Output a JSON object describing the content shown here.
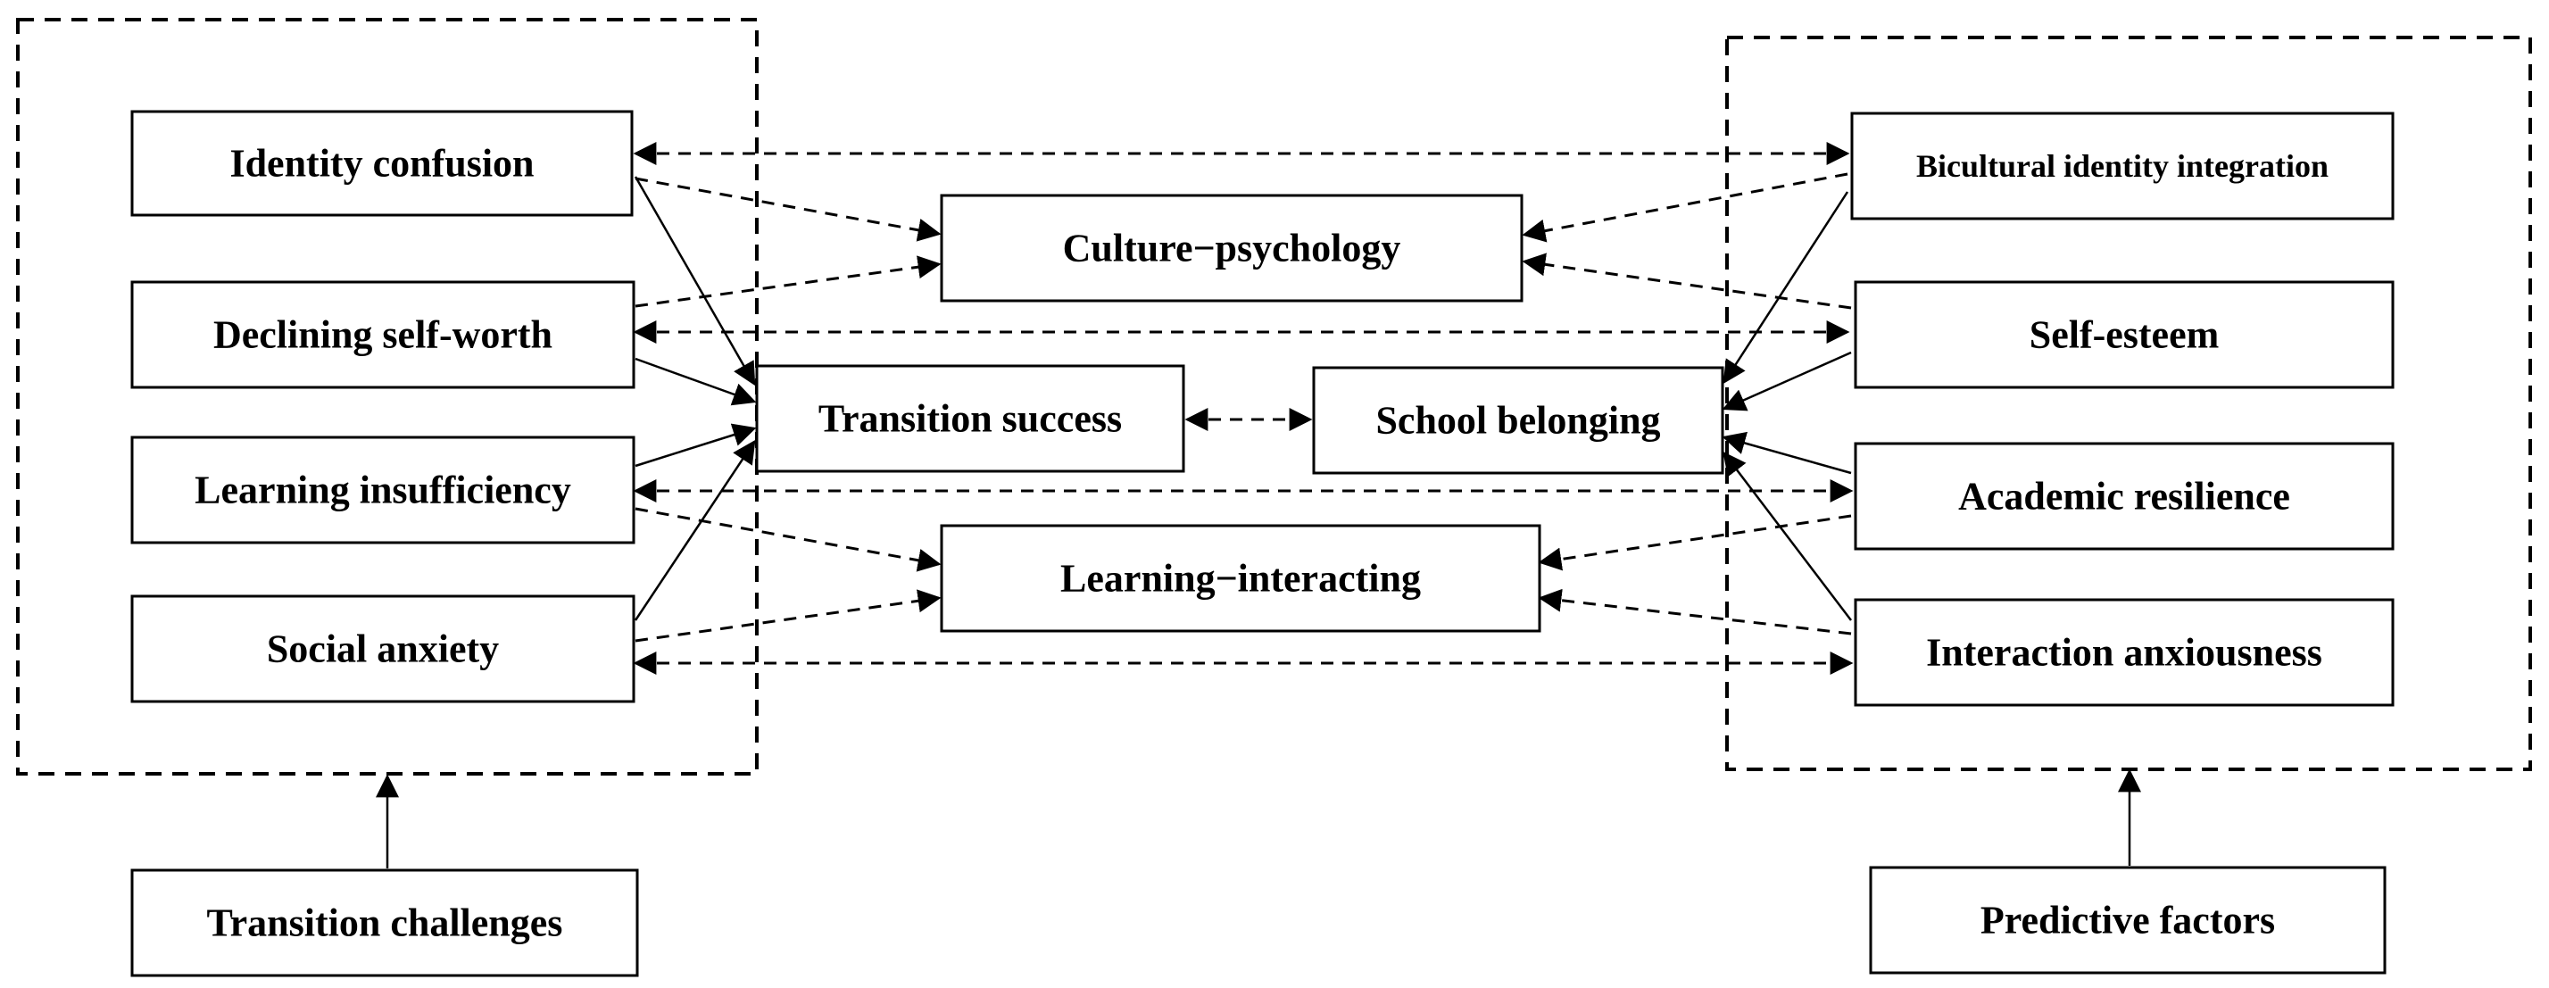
{
  "colors": {
    "stroke": "#000000",
    "background": "#ffffff"
  },
  "groups": {
    "challenges": {
      "title": "Transition challenges"
    },
    "factors": {
      "title": "Predictive factors"
    }
  },
  "nodes": {
    "identity_confusion": "Identity confusion",
    "declining_self_worth": "Declining self-worth",
    "learning_insufficiency": "Learning insufficiency",
    "social_anxiety": "Social anxiety",
    "culture_psychology": "Culture−psychology",
    "transition_success": "Transition success",
    "school_belonging": "School belonging",
    "learning_interacting": "Learning−interacting",
    "bicultural_identity_integration": "Bicultural identity integration",
    "self_esteem": "Self-esteem",
    "academic_resilience": "Academic resilience",
    "interaction_anxiousness": "Interaction anxiousness"
  }
}
